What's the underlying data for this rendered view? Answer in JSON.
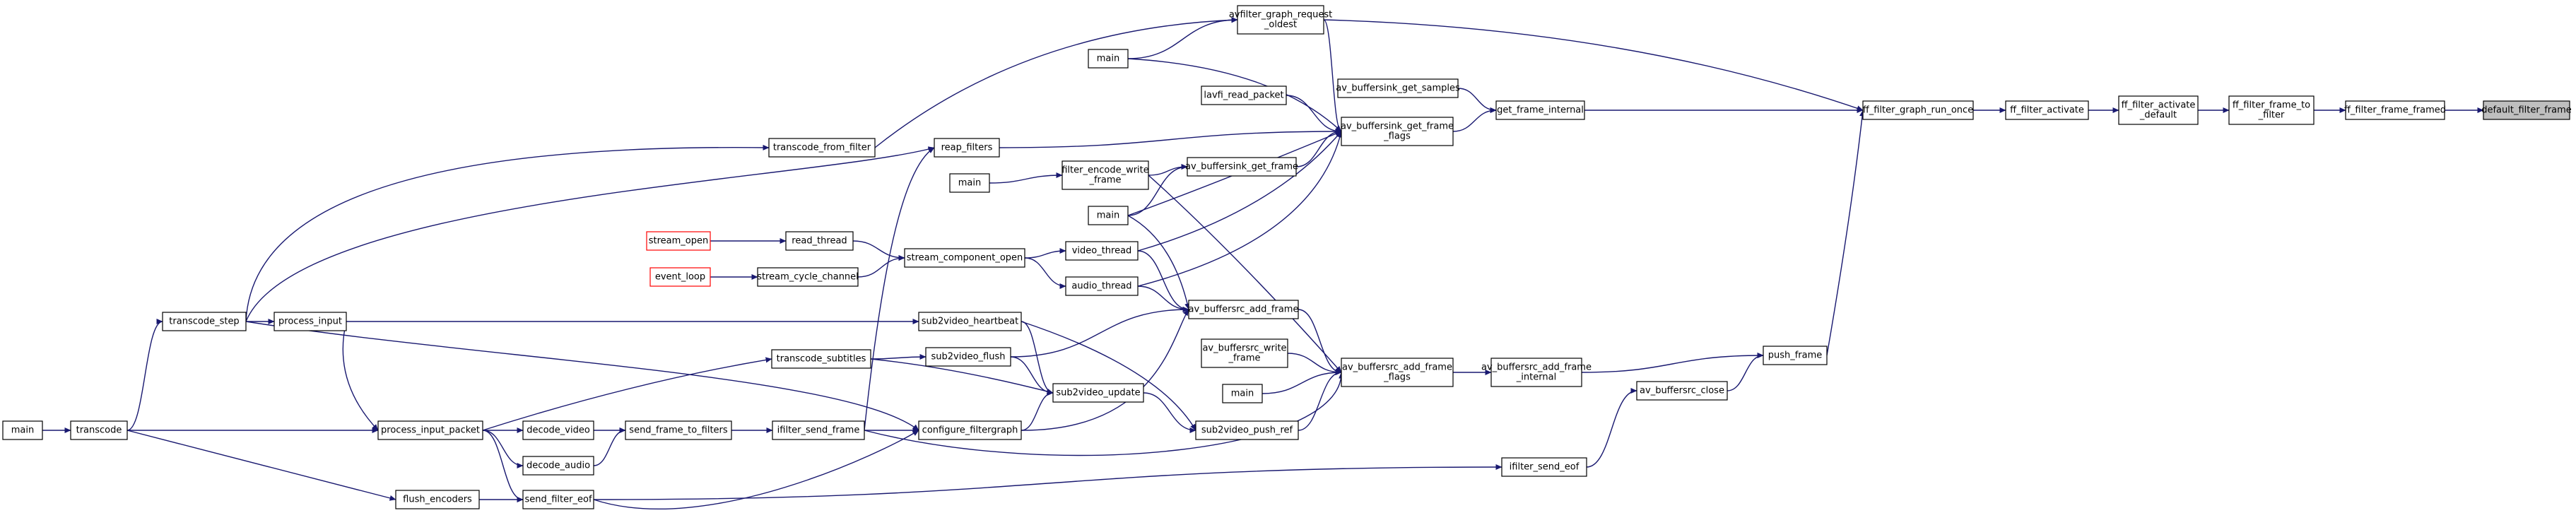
{
  "diagram": {
    "nodes": [
      {
        "id": "default_filter_frame",
        "lines": [
          "default_filter_frame"
        ],
        "root": true
      },
      {
        "id": "ff_filter_frame_framed",
        "lines": [
          "ff_filter_frame_framed"
        ]
      },
      {
        "id": "ff_filter_frame_to_filter",
        "lines": [
          "ff_filter_frame_to",
          "_filter"
        ]
      },
      {
        "id": "ff_filter_activate_default",
        "lines": [
          "ff_filter_activate",
          "_default"
        ]
      },
      {
        "id": "ff_filter_activate",
        "lines": [
          "ff_filter_activate"
        ]
      },
      {
        "id": "ff_filter_graph_run_once",
        "lines": [
          "ff_filter_graph_run_once"
        ]
      },
      {
        "id": "avfilter_graph_request_oldest",
        "lines": [
          "avfilter_graph_request",
          "_oldest"
        ]
      },
      {
        "id": "main_top",
        "lines": [
          "main"
        ]
      },
      {
        "id": "get_frame_internal",
        "lines": [
          "get_frame_internal"
        ]
      },
      {
        "id": "av_buffersink_get_samples",
        "lines": [
          "av_buffersink_get_samples"
        ]
      },
      {
        "id": "lavfi_read_packet",
        "lines": [
          "lavfi_read_packet"
        ]
      },
      {
        "id": "av_buffersink_get_frame_flags",
        "lines": [
          "av_buffersink_get_frame",
          "_flags"
        ]
      },
      {
        "id": "transcode_from_filter",
        "lines": [
          "transcode_from_filter"
        ]
      },
      {
        "id": "reap_filters",
        "lines": [
          "reap_filters"
        ]
      },
      {
        "id": "av_buffersink_get_frame",
        "lines": [
          "av_buffersink_get_frame"
        ]
      },
      {
        "id": "filter_encode_write_frame",
        "lines": [
          "filter_encode_write",
          "_frame"
        ]
      },
      {
        "id": "main_fewf",
        "lines": [
          "main"
        ]
      },
      {
        "id": "main_mid",
        "lines": [
          "main"
        ]
      },
      {
        "id": "stream_open",
        "lines": [
          "stream_open"
        ],
        "truncated": true
      },
      {
        "id": "read_thread",
        "lines": [
          "read_thread"
        ]
      },
      {
        "id": "stream_component_open",
        "lines": [
          "stream_component_open"
        ]
      },
      {
        "id": "video_thread",
        "lines": [
          "video_thread"
        ]
      },
      {
        "id": "event_loop",
        "lines": [
          "event_loop"
        ],
        "truncated": true
      },
      {
        "id": "stream_cycle_channel",
        "lines": [
          "stream_cycle_channel"
        ]
      },
      {
        "id": "audio_thread",
        "lines": [
          "audio_thread"
        ]
      },
      {
        "id": "av_buffersrc_add_frame",
        "lines": [
          "av_buffersrc_add_frame"
        ]
      },
      {
        "id": "transcode_step",
        "lines": [
          "transcode_step"
        ]
      },
      {
        "id": "process_input",
        "lines": [
          "process_input"
        ]
      },
      {
        "id": "sub2video_heartbeat",
        "lines": [
          "sub2video_heartbeat"
        ]
      },
      {
        "id": "av_buffersrc_write_frame",
        "lines": [
          "av_buffersrc_write",
          "_frame"
        ]
      },
      {
        "id": "av_buffersrc_add_frame_flags",
        "lines": [
          "av_buffersrc_add_frame",
          "_flags"
        ]
      },
      {
        "id": "av_buffersrc_add_frame_internal",
        "lines": [
          "av_buffersrc_add_frame",
          "_internal"
        ]
      },
      {
        "id": "push_frame",
        "lines": [
          "push_frame"
        ]
      },
      {
        "id": "transcode_subtitles",
        "lines": [
          "transcode_subtitles"
        ]
      },
      {
        "id": "sub2video_flush",
        "lines": [
          "sub2video_flush"
        ]
      },
      {
        "id": "sub2video_update",
        "lines": [
          "sub2video_update"
        ]
      },
      {
        "id": "main_bsrc",
        "lines": [
          "main"
        ]
      },
      {
        "id": "av_buffersrc_close",
        "lines": [
          "av_buffersrc_close"
        ]
      },
      {
        "id": "main_left",
        "lines": [
          "main"
        ]
      },
      {
        "id": "transcode",
        "lines": [
          "transcode"
        ]
      },
      {
        "id": "process_input_packet",
        "lines": [
          "process_input_packet"
        ]
      },
      {
        "id": "decode_video",
        "lines": [
          "decode_video"
        ]
      },
      {
        "id": "send_frame_to_filters",
        "lines": [
          "send_frame_to_filters"
        ]
      },
      {
        "id": "ifilter_send_frame",
        "lines": [
          "ifilter_send_frame"
        ]
      },
      {
        "id": "configure_filtergraph",
        "lines": [
          "configure_filtergraph"
        ]
      },
      {
        "id": "sub2video_push_ref",
        "lines": [
          "sub2video_push_ref"
        ]
      },
      {
        "id": "decode_audio",
        "lines": [
          "decode_audio"
        ]
      },
      {
        "id": "ifilter_send_eof",
        "lines": [
          "ifilter_send_eof"
        ]
      },
      {
        "id": "flush_encoders",
        "lines": [
          "flush_encoders"
        ]
      },
      {
        "id": "send_filter_eof",
        "lines": [
          "send_filter_eof"
        ]
      }
    ],
    "edges": [
      [
        "ff_filter_frame_framed",
        "default_filter_frame"
      ],
      [
        "ff_filter_frame_to_filter",
        "ff_filter_frame_framed"
      ],
      [
        "ff_filter_activate_default",
        "ff_filter_frame_to_filter"
      ],
      [
        "ff_filter_activate",
        "ff_filter_activate_default"
      ],
      [
        "ff_filter_graph_run_once",
        "ff_filter_activate"
      ],
      [
        "avfilter_graph_request_oldest",
        "ff_filter_graph_run_once"
      ],
      [
        "get_frame_internal",
        "ff_filter_graph_run_once"
      ],
      [
        "push_frame",
        "ff_filter_graph_run_once"
      ],
      [
        "main_top",
        "avfilter_graph_request_oldest"
      ],
      [
        "transcode_from_filter",
        "avfilter_graph_request_oldest"
      ],
      [
        "av_buffersink_get_samples",
        "get_frame_internal"
      ],
      [
        "av_buffersink_get_frame_flags",
        "get_frame_internal"
      ],
      [
        "avfilter_graph_request_oldest",
        "av_buffersink_get_frame_flags"
      ],
      [
        "main_top",
        "av_buffersink_get_frame_flags"
      ],
      [
        "lavfi_read_packet",
        "av_buffersink_get_frame_flags"
      ],
      [
        "reap_filters",
        "av_buffersink_get_frame_flags"
      ],
      [
        "av_buffersink_get_frame",
        "av_buffersink_get_frame_flags"
      ],
      [
        "main_mid",
        "av_buffersink_get_frame_flags"
      ],
      [
        "video_thread",
        "av_buffersink_get_frame_flags"
      ],
      [
        "audio_thread",
        "av_buffersink_get_frame_flags"
      ],
      [
        "transcode_step",
        "reap_filters"
      ],
      [
        "transcode_step",
        "transcode_from_filter"
      ],
      [
        "ifilter_send_frame",
        "reap_filters"
      ],
      [
        "filter_encode_write_frame",
        "av_buffersink_get_frame"
      ],
      [
        "main_mid",
        "av_buffersink_get_frame"
      ],
      [
        "main_fewf",
        "filter_encode_write_frame"
      ],
      [
        "stream_open",
        "read_thread"
      ],
      [
        "read_thread",
        "stream_component_open"
      ],
      [
        "event_loop",
        "stream_cycle_channel"
      ],
      [
        "stream_cycle_channel",
        "stream_component_open"
      ],
      [
        "stream_component_open",
        "video_thread"
      ],
      [
        "stream_component_open",
        "audio_thread"
      ],
      [
        "main_mid",
        "av_buffersrc_add_frame"
      ],
      [
        "video_thread",
        "av_buffersrc_add_frame"
      ],
      [
        "audio_thread",
        "av_buffersrc_add_frame"
      ],
      [
        "configure_filtergraph",
        "av_buffersrc_add_frame"
      ],
      [
        "sub2video_flush",
        "av_buffersrc_add_frame"
      ],
      [
        "filter_encode_write_frame",
        "av_buffersrc_add_frame_flags"
      ],
      [
        "av_buffersrc_add_frame",
        "av_buffersrc_add_frame_flags"
      ],
      [
        "av_buffersrc_write_frame",
        "av_buffersrc_add_frame_flags"
      ],
      [
        "main_bsrc",
        "av_buffersrc_add_frame_flags"
      ],
      [
        "sub2video_push_ref",
        "av_buffersrc_add_frame_flags"
      ],
      [
        "ifilter_send_frame",
        "av_buffersrc_add_frame_flags"
      ],
      [
        "av_buffersrc_add_frame_flags",
        "av_buffersrc_add_frame_internal"
      ],
      [
        "av_buffersrc_add_frame_internal",
        "push_frame"
      ],
      [
        "av_buffersrc_close",
        "push_frame"
      ],
      [
        "ifilter_send_eof",
        "av_buffersrc_close"
      ],
      [
        "process_input",
        "sub2video_heartbeat"
      ],
      [
        "transcode_step",
        "process_input"
      ],
      [
        "transcode_step",
        "configure_filtergraph"
      ],
      [
        "transcode",
        "transcode_step"
      ],
      [
        "main_left",
        "transcode"
      ],
      [
        "process_input",
        "process_input_packet"
      ],
      [
        "transcode",
        "process_input_packet"
      ],
      [
        "transcode",
        "flush_encoders"
      ],
      [
        "process_input_packet",
        "transcode_subtitles"
      ],
      [
        "process_input_packet",
        "decode_video"
      ],
      [
        "process_input_packet",
        "decode_audio"
      ],
      [
        "process_input_packet",
        "send_filter_eof"
      ],
      [
        "decode_video",
        "send_frame_to_filters"
      ],
      [
        "decode_audio",
        "send_frame_to_filters"
      ],
      [
        "send_frame_to_filters",
        "ifilter_send_frame"
      ],
      [
        "ifilter_send_frame",
        "configure_filtergraph"
      ],
      [
        "transcode_subtitles",
        "sub2video_flush"
      ],
      [
        "transcode_subtitles",
        "sub2video_update"
      ],
      [
        "sub2video_heartbeat",
        "sub2video_update"
      ],
      [
        "sub2video_heartbeat",
        "sub2video_push_ref"
      ],
      [
        "sub2video_flush",
        "sub2video_update"
      ],
      [
        "configure_filtergraph",
        "sub2video_update"
      ],
      [
        "sub2video_update",
        "sub2video_push_ref"
      ],
      [
        "flush_encoders",
        "send_filter_eof"
      ],
      [
        "send_filter_eof",
        "ifilter_send_eof"
      ],
      [
        "send_filter_eof",
        "configure_filtergraph"
      ]
    ]
  }
}
